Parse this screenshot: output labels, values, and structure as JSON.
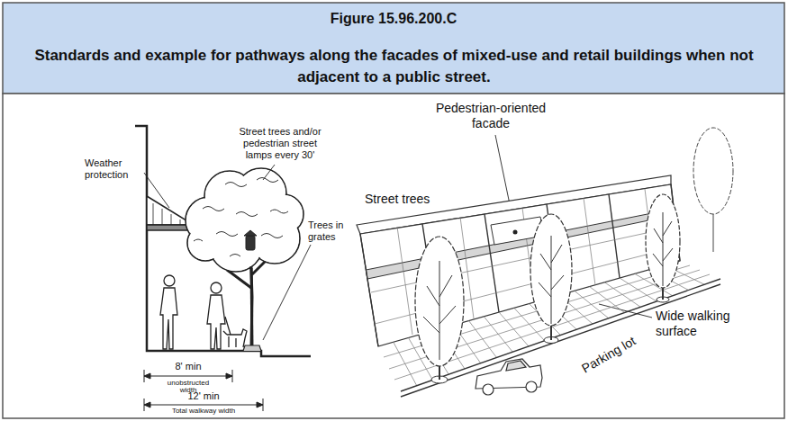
{
  "diagram": {
    "title": "Figure 15.96.200.C",
    "caption": "Standards and example for pathways along the facades of mixed-use and retail buildings when not adjacent to a public street.",
    "labels": [
      "Street trees and/or pedestrian street lamps every 30'",
      "Weather protection",
      "Trees in grates",
      "8' min",
      "unobstructed",
      "width",
      "12' min",
      "Total walkway width",
      "Pedestrian-oriented facade",
      "Street trees",
      "Wide walking surface",
      "Parking lot"
    ]
  }
}
